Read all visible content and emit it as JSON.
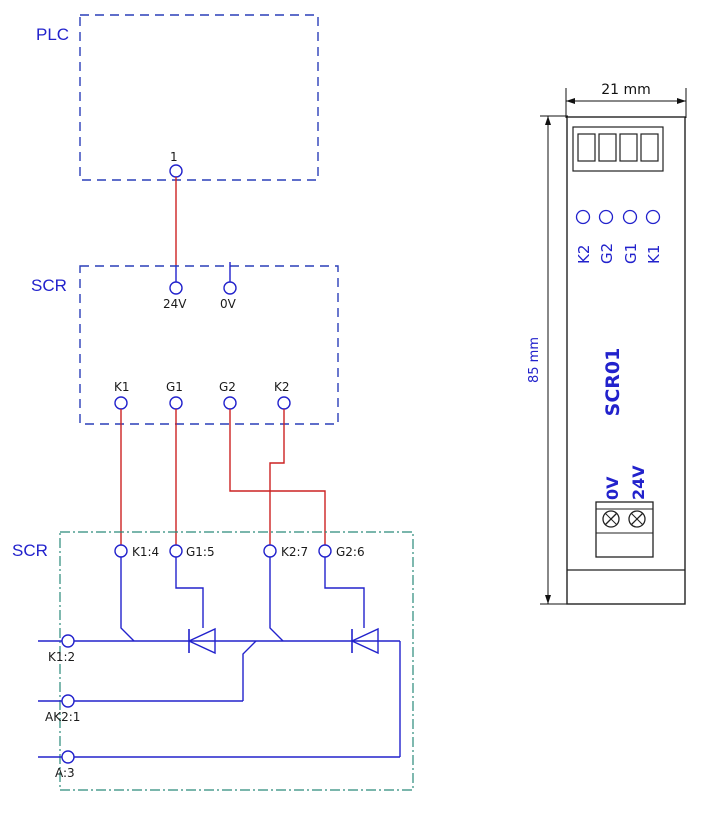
{
  "diagram": {
    "blocks": {
      "plc_label": "PLC",
      "scr_label": "SCR",
      "scr_module_label": "SCR"
    },
    "plc_terminals": {
      "t1": "1"
    },
    "scr_terminals": {
      "supply_24v": "24V",
      "supply_0v": "0V",
      "k1": "K1",
      "g1": "G1",
      "g2": "G2",
      "k2": "K2"
    },
    "module_terminals": {
      "k1_4": "K1:4",
      "g1_5": "G1:5",
      "k2_7": "K2:7",
      "g2_6": "G2:6",
      "k1_2": "K1:2",
      "ak2_1": "AK2:1",
      "a_3": "A:3"
    },
    "device": {
      "width_dim": "21 mm",
      "height_dim": "85 mm",
      "terminal_labels": [
        "K2",
        "G2",
        "G1",
        "K1"
      ],
      "model": "SCR01",
      "supply_0v": "0V",
      "supply_24v": "24V"
    },
    "colors": {
      "wire_blue": "#2222cc",
      "wire_red": "#cc2222",
      "block_border": "#2a3fb8",
      "module_border": "#2a8a7a",
      "label_blue": "#2222cc"
    }
  }
}
